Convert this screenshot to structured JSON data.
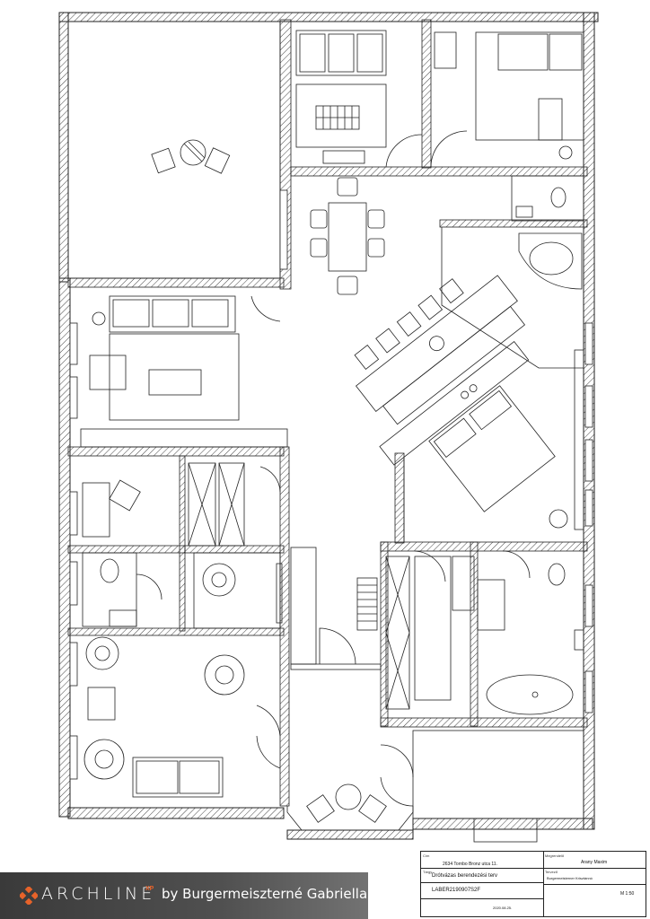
{
  "title_block": {
    "cim_label": "Cím",
    "address": "2634 Tornbo Bronz utca 11.",
    "tipus_label": "Tárgy",
    "plan_title": "Drótvázas berendezési terv",
    "code": "LABER2190907S2F",
    "date": "2020.08.25.",
    "megrendelo_label": "Megrendelő",
    "client": "Arany Maxim",
    "tervezo_label": "Tervező",
    "designer": "Burgermeisterner Krisztánnó",
    "scale": "M 1:50"
  },
  "brand": {
    "name": "ARCHLINE",
    "suffix": "XP",
    "byline": "by Burgermeiszterné Gabriella",
    "accent_color": "#e7632a"
  },
  "colors": {
    "wall_hatch": "#444444",
    "line": "#222222",
    "background": "#ffffff"
  }
}
